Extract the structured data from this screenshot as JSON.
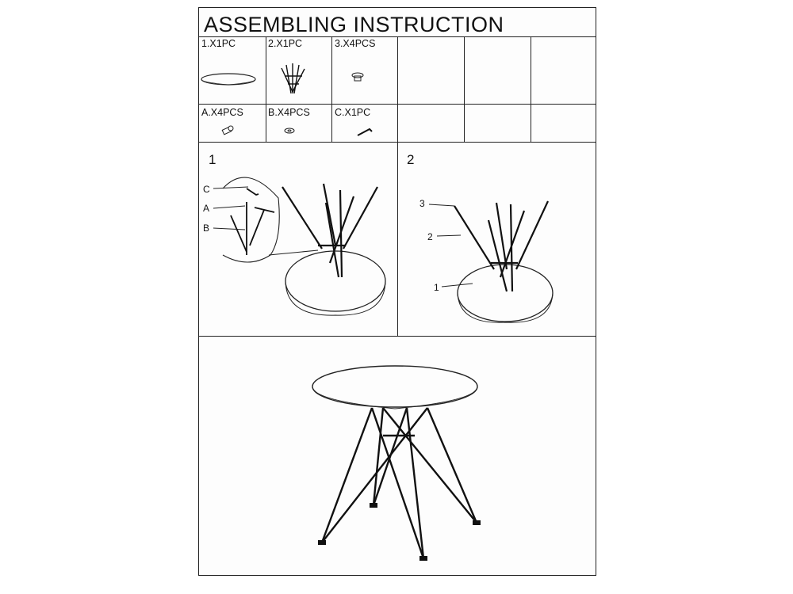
{
  "title": "ASSEMBLING INSTRUCTION",
  "parts": [
    {
      "label": "1.X1PC",
      "icon": "tabletop-icon"
    },
    {
      "label": "2.X1PC",
      "icon": "leg-frame-icon"
    },
    {
      "label": "3.X4PCS",
      "icon": "foot-cap-icon"
    }
  ],
  "hardware": [
    {
      "label": "A.X4PCS",
      "icon": "screw-icon"
    },
    {
      "label": "B.X4PCS",
      "icon": "washer-icon"
    },
    {
      "label": "C.X1PC",
      "icon": "allen-key-icon"
    }
  ],
  "steps": [
    {
      "number": "1",
      "callouts": [
        "C",
        "A",
        "B"
      ]
    },
    {
      "number": "2",
      "callouts": [
        "3",
        "2",
        "1"
      ]
    }
  ]
}
